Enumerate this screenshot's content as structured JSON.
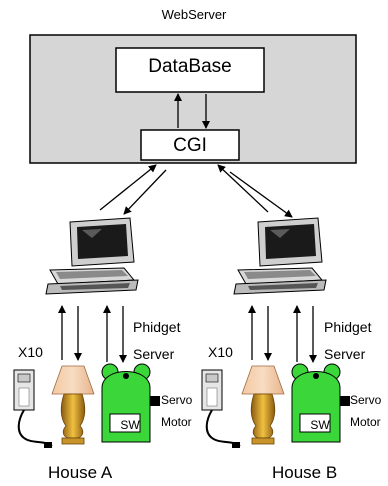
{
  "webserver": {
    "label": "WebServer"
  },
  "database": {
    "label": "DataBase"
  },
  "cgi": {
    "label": "CGI"
  },
  "house_a": {
    "name": "House A",
    "x10_label": "X10",
    "phidget_label_1": "Phidget",
    "phidget_label_2": "Server",
    "servo_label_1": "Servo",
    "servo_label_2": "Motor",
    "switch_label": "SW"
  },
  "house_b": {
    "name": "House B",
    "x10_label": "X10",
    "phidget_label_1": "Phidget",
    "phidget_label_2": "Server",
    "servo_label_1": "Servo",
    "servo_label_2": "Motor",
    "switch_label": "SW"
  },
  "icons": [
    "computer-icon",
    "lamp-icon",
    "x10-module-icon",
    "servo-motor-icon"
  ]
}
